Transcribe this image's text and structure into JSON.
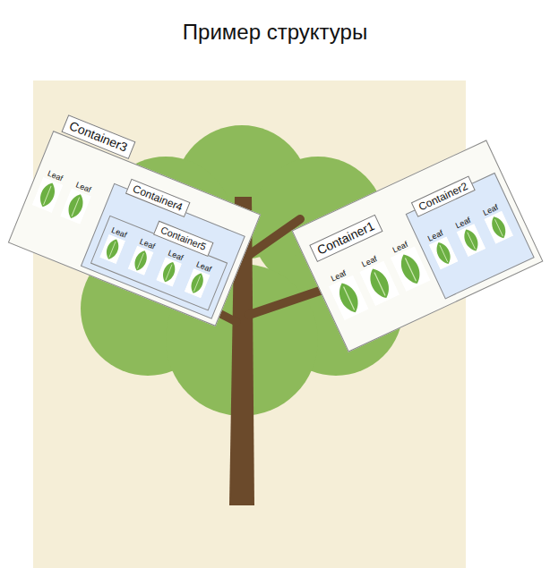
{
  "diagram": {
    "title": "Пример структуры",
    "nodes": [
      {
        "text": [
          "Container3"
        ]
      },
      {
        "text": [
          "Leaf"
        ],
        "in": 0
      },
      {
        "text": [
          "Leaf"
        ],
        "in": 0
      },
      {
        "text": [
          "Container4"
        ],
        "in": 0
      },
      {
        "text": [
          "Container5"
        ],
        "in": 3
      },
      {
        "text": [
          "Leaf"
        ],
        "in": 4
      },
      {
        "text": [
          "Leaf"
        ],
        "in": 4
      },
      {
        "text": [
          "Leaf"
        ],
        "in": 4
      },
      {
        "text": [
          "Leaf"
        ],
        "in": 4
      },
      {
        "text": [
          "Container1"
        ]
      },
      {
        "text": [
          "Leaf"
        ],
        "in": 9
      },
      {
        "text": [
          "Leaf"
        ],
        "in": 9
      },
      {
        "text": [
          "Leaf"
        ],
        "in": 9
      },
      {
        "text": [
          "Container2"
        ],
        "in": 9
      },
      {
        "text": [
          "Leaf"
        ],
        "in": 13
      },
      {
        "text": [
          "Leaf"
        ],
        "in": 13
      },
      {
        "text": [
          "Leaf"
        ],
        "in": 13
      }
    ]
  }
}
